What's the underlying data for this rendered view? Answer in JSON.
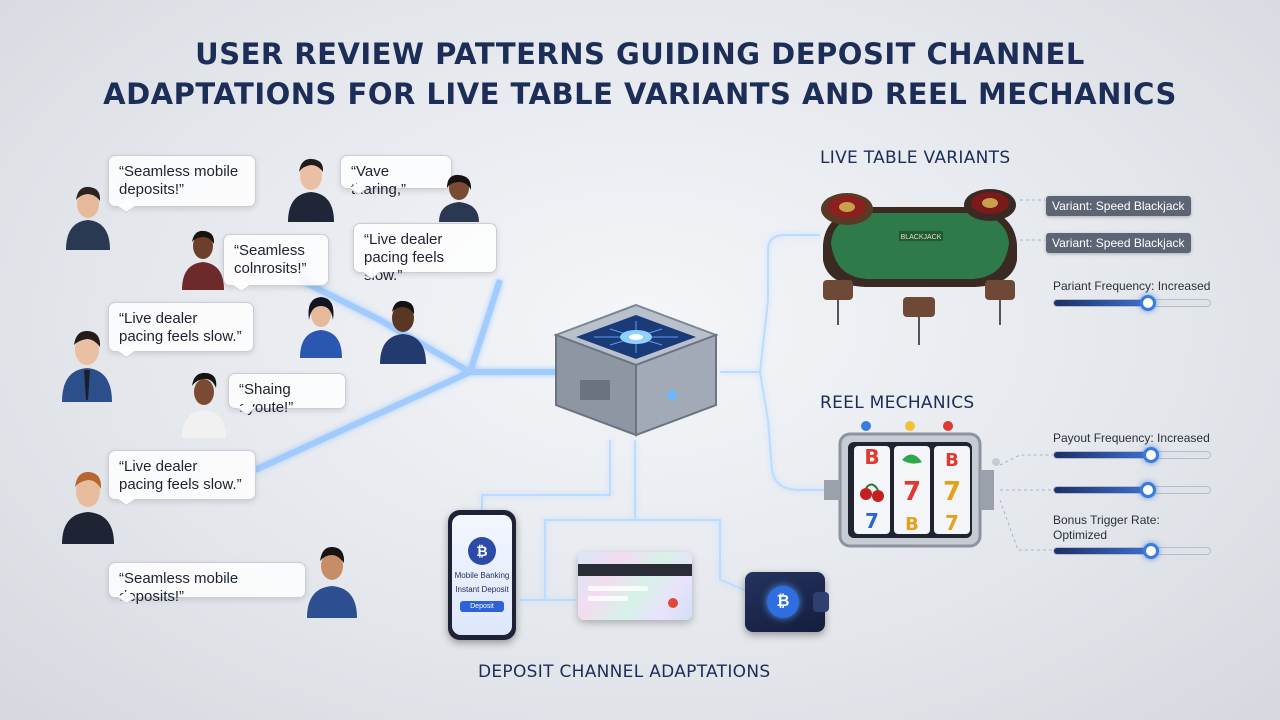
{
  "title": {
    "line1": "USER REVIEW PATTERNS GUIDING DEPOSIT CHANNEL",
    "line2": "ADAPTATIONS FOR LIVE TABLE VARIANTS AND REEL MECHANICS"
  },
  "reviews": [
    {
      "text": "“Seamless mobile deposits!”"
    },
    {
      "text": "“Vave tharing,”"
    },
    {
      "text": "“Seamless colnrosits!”"
    },
    {
      "text": "“Live dealer pacing feels slow.”"
    },
    {
      "text": "“Live dealer pacing feels slow.”"
    },
    {
      "text": "“Shaing ayoute!”"
    },
    {
      "text": "“Live dealer pacing feels slow.”"
    },
    {
      "text": "“Seamless mobile deposits!”"
    }
  ],
  "live_table": {
    "label": "LIVE TABLE VARIANTS",
    "chips": [
      "Variant: Speed Blackjack",
      "Variant: Speed Blackjack"
    ],
    "table_sign": "BLACKJACK",
    "slider": {
      "label": "Pariant Frequency: Increased",
      "value": 0.6
    }
  },
  "reel": {
    "label": "REEL MECHANICS",
    "symbols": [
      "B",
      "7",
      "B"
    ],
    "sliders": [
      {
        "label": "Payout Frequency: Increased",
        "value": 0.62
      },
      {
        "label": "",
        "value": 0.6
      },
      {
        "label": "Bonus Trigger Rate: Optimized",
        "value": 0.62
      }
    ]
  },
  "deposit": {
    "label": "DEPOSIT CHANNEL ADAPTATIONS",
    "phone": {
      "brand": "Mobile Banking",
      "line": "Instant Deposit",
      "button": "Deposit"
    },
    "coin_symbol": "₿"
  },
  "colors": {
    "accent": "#3a7be0",
    "title": "#1c2d57",
    "glow": "#8fc3ff"
  },
  "icons": [
    "user-avatar-icon",
    "processor-chip-icon",
    "casino-table-icon",
    "slot-machine-icon",
    "smartphone-icon",
    "credit-card-icon",
    "crypto-wallet-icon"
  ]
}
